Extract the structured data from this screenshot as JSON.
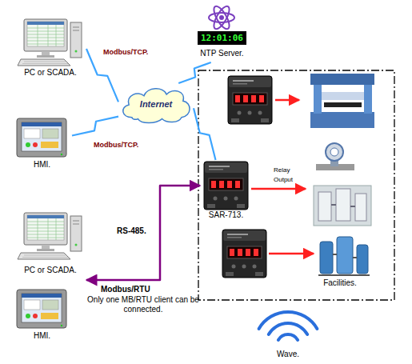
{
  "diagram": {
    "nodes": [
      {
        "text": [
          "PC or SCADA."
        ]
      },
      {
        "text": [
          "12:01:06",
          "NTP Server."
        ]
      },
      {
        "text": [
          "Internet"
        ]
      },
      {
        "text": [
          "HMI."
        ]
      },
      {
        "text": [
          "SAR-713."
        ]
      },
      {
        "text": [
          "Facilities."
        ]
      },
      {
        "text": [
          "PC or SCADA."
        ]
      },
      {
        "text": [
          "HMI."
        ]
      }
    ],
    "edges": [
      {
        "from": 0,
        "to": 2,
        "arrow": "none",
        "label": "Modbus/TCP."
      },
      {
        "from": 3,
        "to": 2,
        "arrow": "none",
        "label": "Modbus/TCP."
      },
      {
        "from": 2,
        "to": 1,
        "arrow": "none"
      },
      {
        "from": 2,
        "to": 4,
        "arrow": "none"
      },
      {
        "from": 4,
        "to": 6,
        "arrow": "both"
      }
    ],
    "labels": [
      "Relay",
      "Output",
      "RS-485.",
      "Modbus/RTU",
      "Only one MB/RTU client can be connected.",
      "Wave."
    ]
  }
}
